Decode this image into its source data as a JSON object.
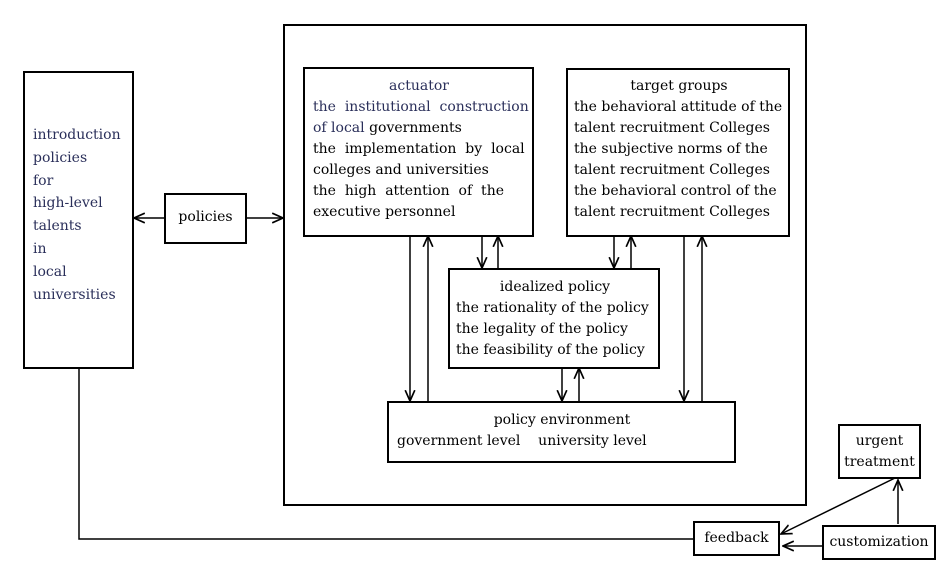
{
  "colors": {
    "stroke": "#000000",
    "text": "#000000",
    "accent_text": "#2a2f5a",
    "background": "#ffffff"
  },
  "left_box": {
    "lines": [
      "introduction",
      "policies",
      "for",
      "high-level",
      "talents",
      "in",
      "local",
      "universities"
    ]
  },
  "policies_box": {
    "label": "policies"
  },
  "actuator": {
    "title": "actuator",
    "lines_colored": [
      "the  institutional  construction",
      "of local"
    ],
    "line2_black": " governments",
    "lines": [
      "the  implementation  by  local",
      "colleges and universities",
      "the  high  attention  of  the",
      "executive personnel"
    ]
  },
  "target_groups": {
    "title": "target groups",
    "lines": [
      "the behavioral attitude of the",
      "talent recruitment Colleges",
      "the subjective norms of the",
      "talent recruitment Colleges",
      "the behavioral control of the",
      "talent recruitment Colleges"
    ]
  },
  "idealized_policy": {
    "title": "idealized policy",
    "lines": [
      "the rationality of the policy",
      "the legality of the policy",
      "the feasibility of the policy"
    ]
  },
  "policy_environment": {
    "title": "policy environment",
    "line": "government level    university level"
  },
  "urgent_treatment": {
    "lines": [
      "urgent",
      "treatment"
    ]
  },
  "feedback": {
    "label": "feedback"
  },
  "customization": {
    "label": "customization"
  }
}
